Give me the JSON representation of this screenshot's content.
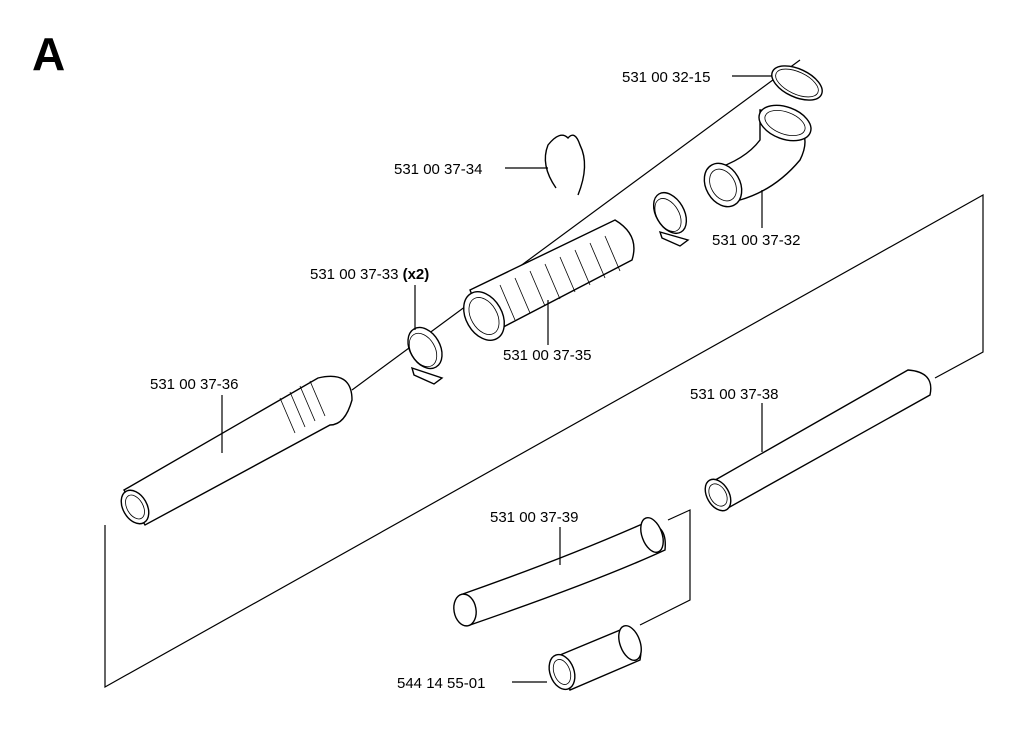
{
  "section_letter": "A",
  "parts": {
    "seal_ring": "531 00 32-15",
    "elbow": "531 00 37-32",
    "clip": "531 00 37-34",
    "flex_hose": "531 00 37-35",
    "hose_clamp": "531 00 37-33",
    "hose_clamp_qty": "(x2)",
    "tube_36": "531 00 37-36",
    "tube_38": "531 00 37-38",
    "tube_39": "531 00 37-39",
    "nozzle": "544 14 55-01"
  }
}
